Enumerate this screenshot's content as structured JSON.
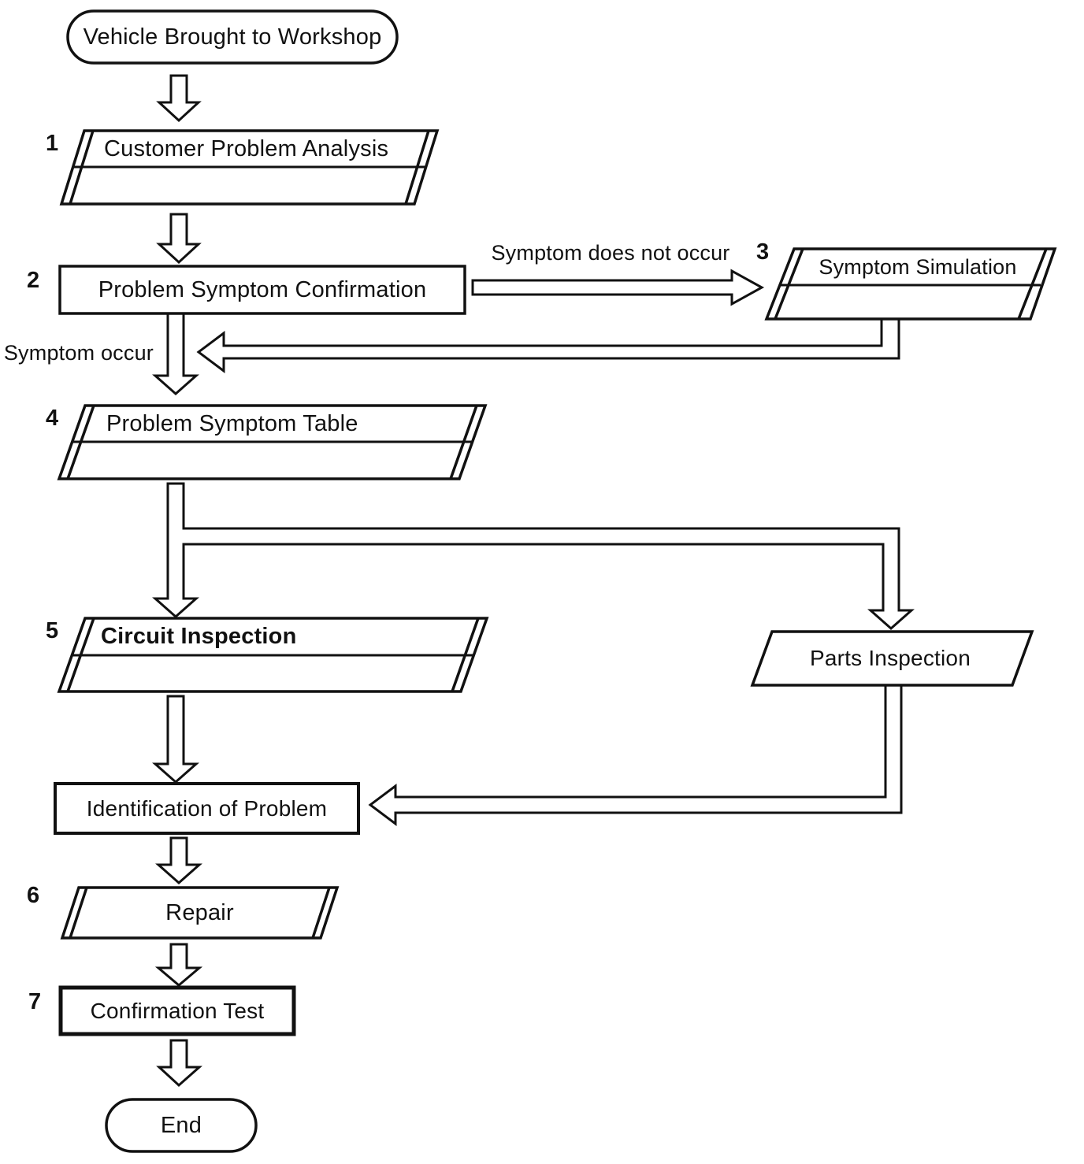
{
  "diagram": {
    "nodes": {
      "start": {
        "label": "Vehicle Brought to Workshop"
      },
      "customer_problem_analysis": {
        "step": "1",
        "label": "Customer Problem Analysis"
      },
      "problem_symptom_confirmation": {
        "step": "2",
        "label": "Problem Symptom Confirmation"
      },
      "symptom_simulation": {
        "step": "3",
        "label": "Symptom Simulation"
      },
      "problem_symptom_table": {
        "step": "4",
        "label": "Problem Symptom Table"
      },
      "circuit_inspection": {
        "step": "5",
        "label": "Circuit Inspection"
      },
      "parts_inspection": {
        "label": "Parts Inspection"
      },
      "identification_of_problem": {
        "label": "Identification of Problem"
      },
      "repair": {
        "step": "6",
        "label": "Repair"
      },
      "confirmation_test": {
        "step": "7",
        "label": "Confirmation Test"
      },
      "end": {
        "label": "End"
      }
    },
    "edges": {
      "symptom_does_not_occur": "Symptom does not occur",
      "symptom_occur": "Symptom occur"
    },
    "colors": {
      "ink": "#111111",
      "background": "#ffffff"
    }
  }
}
